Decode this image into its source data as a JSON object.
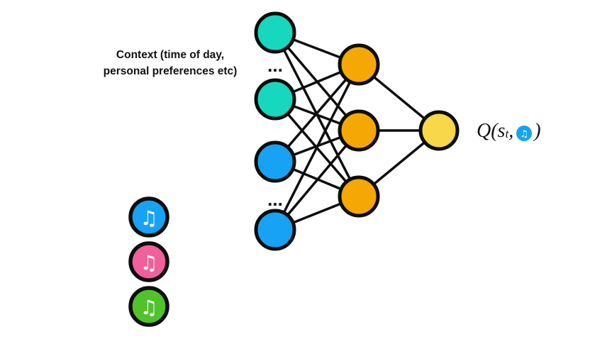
{
  "context_label": {
    "line1": "Context (time of day,",
    "line2": "personal preferences etc)"
  },
  "network": {
    "ellipsis_top": "...",
    "ellipsis_bottom": "...",
    "colors": {
      "input_teal": "#17D7BE",
      "input_blue": "#18A2F3",
      "hidden_orange": "#F5A803",
      "output_yellow": "#F8D748",
      "edge": "#0D0D0D",
      "node_border": "#0D0D0D"
    }
  },
  "q_label": {
    "prefix": "Q(s",
    "subscript": "t",
    "comma": ",",
    "suffix": ")",
    "icon_color": "#18A2F3",
    "icon_glyph": "♫"
  },
  "music_items": [
    {
      "label": "song-option-blue",
      "color": "#18A2F3",
      "glyph": "♫"
    },
    {
      "label": "song-option-pink",
      "color": "#F0609B",
      "glyph": "♫"
    },
    {
      "label": "song-option-green",
      "color": "#50C32B",
      "glyph": "♫"
    }
  ]
}
